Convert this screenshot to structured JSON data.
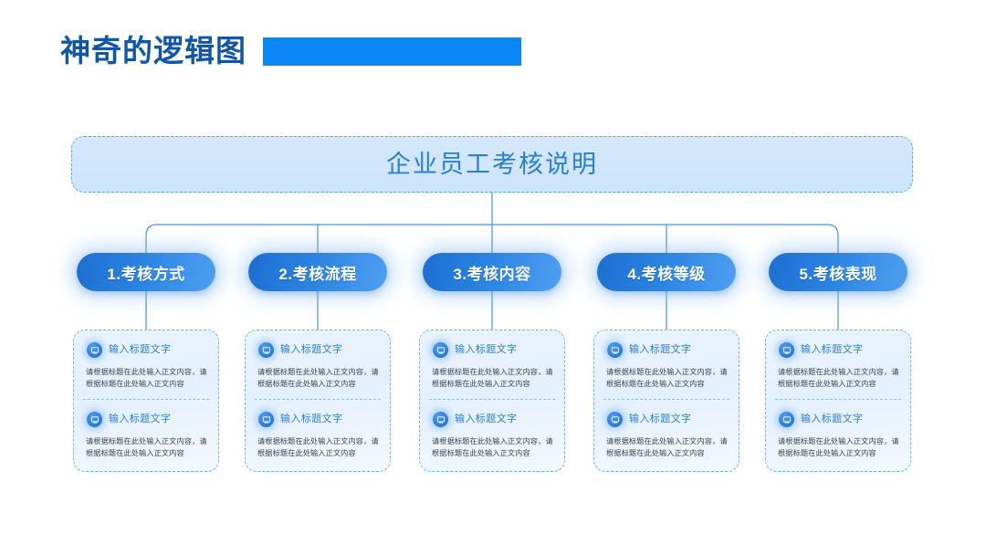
{
  "slide": {
    "title": "神奇的逻辑图",
    "accent_bar_color": "#0b86f5",
    "title_color": "#1156a5"
  },
  "root": {
    "title": "企业员工考核说明",
    "text_color": "#2a7fd1",
    "fill_color": "#d0e6fb",
    "border_color": "#5ba7e5"
  },
  "branches": [
    {
      "pill_label": "1.考核方式"
    },
    {
      "pill_label": "2.考核流程"
    },
    {
      "pill_label": "3.考核内容"
    },
    {
      "pill_label": "4.考核等级"
    },
    {
      "pill_label": "5.考核表现"
    }
  ],
  "card_section": {
    "icon": "monitor-icon",
    "title": "输入标题文字",
    "body": "请根据标题在此处输入正文内容，请根据标题在此处输入正文内容"
  },
  "colors": {
    "pill_gradient_start": "#1d6fd0",
    "pill_gradient_end": "#4f9ff0",
    "card_border": "#6fb1e8",
    "card_fill": "#e8f3fe",
    "connector_line": "#4b93dd",
    "body_text": "#3c4550"
  }
}
